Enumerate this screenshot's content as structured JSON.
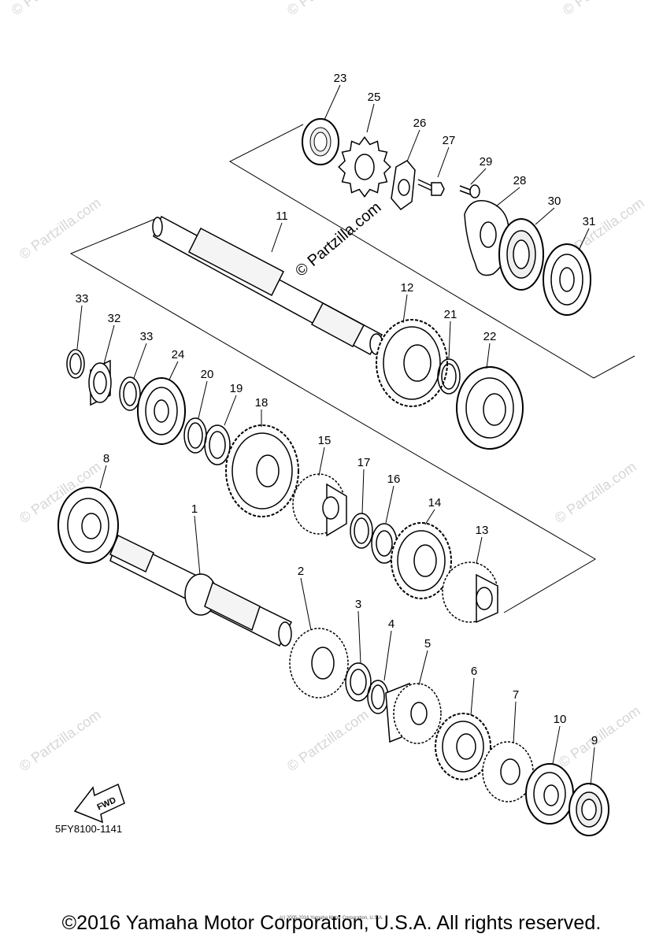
{
  "diagram": {
    "callouts": [
      {
        "id": "p1",
        "label": "1"
      },
      {
        "id": "p2",
        "label": "2"
      },
      {
        "id": "p3",
        "label": "3"
      },
      {
        "id": "p4",
        "label": "4"
      },
      {
        "id": "p5",
        "label": "5"
      },
      {
        "id": "p6",
        "label": "6"
      },
      {
        "id": "p7",
        "label": "7"
      },
      {
        "id": "p8",
        "label": "8"
      },
      {
        "id": "p9",
        "label": "9"
      },
      {
        "id": "p10",
        "label": "10"
      },
      {
        "id": "p11",
        "label": "11"
      },
      {
        "id": "p12",
        "label": "12"
      },
      {
        "id": "p13",
        "label": "13"
      },
      {
        "id": "p14",
        "label": "14"
      },
      {
        "id": "p15",
        "label": "15"
      },
      {
        "id": "p16",
        "label": "16"
      },
      {
        "id": "p17",
        "label": "17"
      },
      {
        "id": "p18",
        "label": "18"
      },
      {
        "id": "p19",
        "label": "19"
      },
      {
        "id": "p20",
        "label": "20"
      },
      {
        "id": "p21",
        "label": "21"
      },
      {
        "id": "p22",
        "label": "22"
      },
      {
        "id": "p23",
        "label": "23"
      },
      {
        "id": "p24",
        "label": "24"
      },
      {
        "id": "p25",
        "label": "25"
      },
      {
        "id": "p26",
        "label": "26"
      },
      {
        "id": "p27",
        "label": "27"
      },
      {
        "id": "p28",
        "label": "28"
      },
      {
        "id": "p29",
        "label": "29"
      },
      {
        "id": "p30",
        "label": "30"
      },
      {
        "id": "p31",
        "label": "31"
      },
      {
        "id": "p32",
        "label": "32"
      },
      {
        "id": "p33a",
        "label": "33"
      },
      {
        "id": "p33b",
        "label": "33"
      }
    ],
    "fwd_label": "FWD",
    "diagram_code": "5FY8100-1141",
    "watermark_text": "© Partzilla.com"
  },
  "footer": {
    "copyright": "©2016 Yamaha Motor Corporation, U.S.A. All rights reserved.",
    "microtext": "(c) 2005-2016 Yamaha Motor Corporation, U.S.A."
  }
}
